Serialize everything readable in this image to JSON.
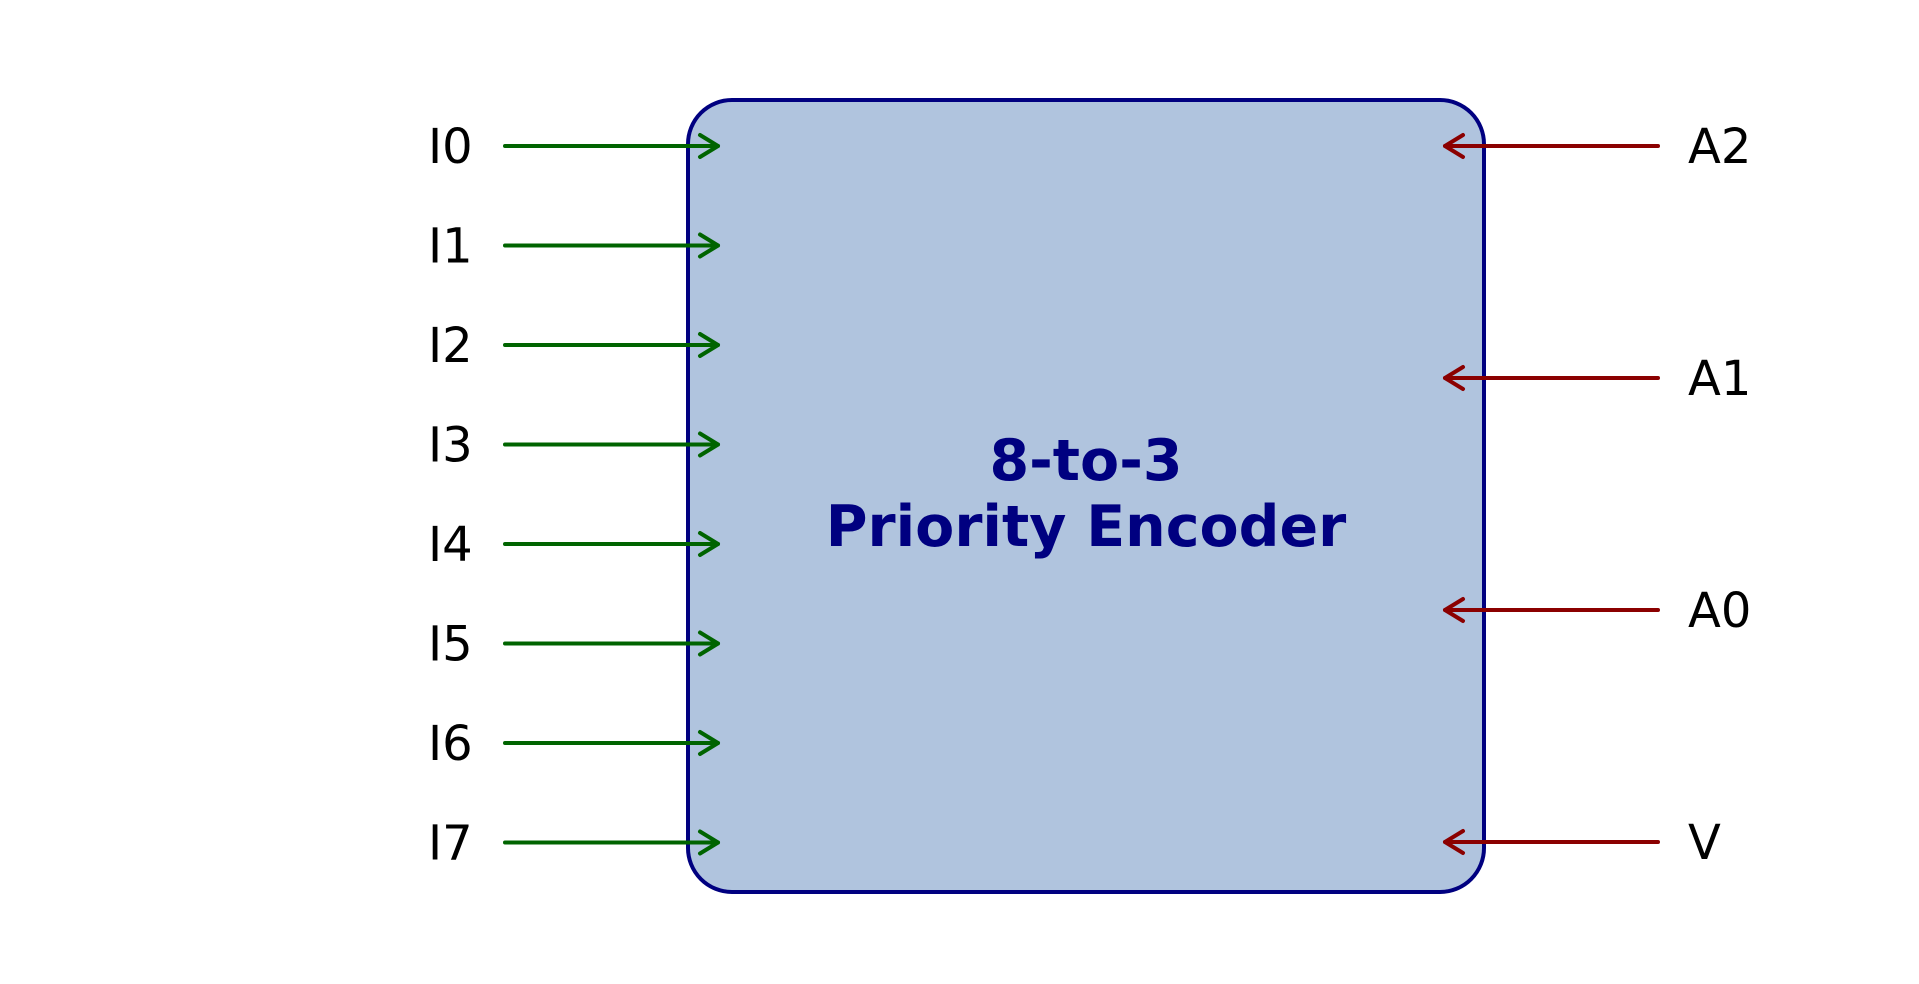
{
  "block": {
    "title_line1": "8-to-3",
    "title_line2": "Priority Encoder"
  },
  "inputs": [
    "I0",
    "I1",
    "I2",
    "I3",
    "I4",
    "I5",
    "I6",
    "I7"
  ],
  "outputs": [
    "A2",
    "A1",
    "A0",
    "V"
  ],
  "colors": {
    "block_fill": "#b0c4de",
    "block_border": "#000080",
    "title": "#000080",
    "input_arrow": "#006400",
    "output_arrow": "#8b0000",
    "label": "#000000"
  }
}
